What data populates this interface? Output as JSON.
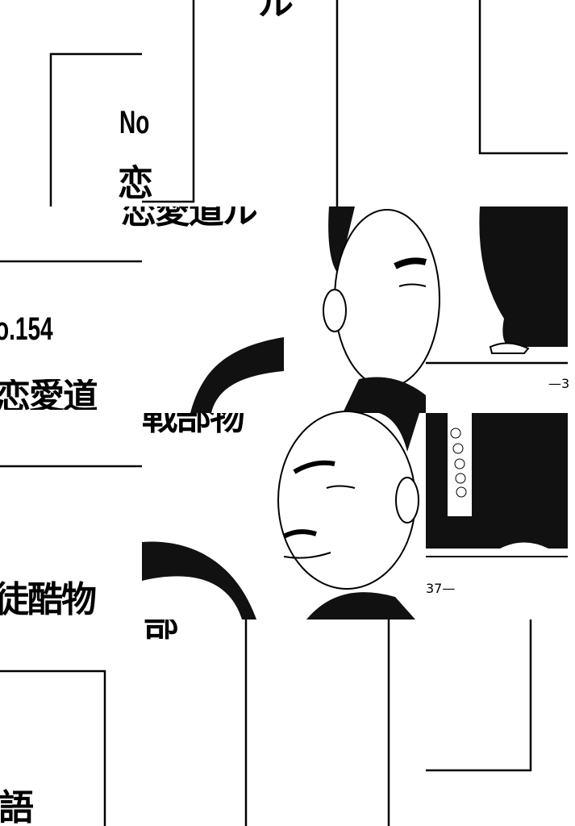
{
  "title_fragments": {
    "no_top": "No",
    "kanji_top": "恋",
    "episode_number": "o.154",
    "title_row1": "恋愛道",
    "title_row1_cont": "恋愛道ル",
    "title_row2": "戦部物",
    "title_row3": "徒酷物",
    "title_row3_cont": "部",
    "title_end": "語",
    "top_glyph": "ル"
  },
  "page_number_fragments": {
    "a": "—3",
    "b": "37—"
  }
}
